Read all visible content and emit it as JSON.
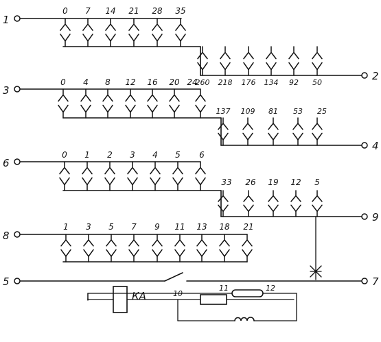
{
  "colors": {
    "ink": "#111111",
    "paper": "#ffffff"
  },
  "terminals": {
    "t1": "1",
    "t2": "2",
    "t3": "3",
    "t4": "4",
    "t5": "5",
    "t6": "6",
    "t7": "7",
    "t8": "8",
    "t9": "9"
  },
  "rows": {
    "r1": [
      "0",
      "7",
      "14",
      "21",
      "28",
      "35"
    ],
    "r2": [
      "260",
      "218",
      "176",
      "134",
      "92",
      "50"
    ],
    "r3": [
      "0",
      "4",
      "8",
      "12",
      "16",
      "20",
      "24"
    ],
    "r4": [
      "137",
      "109",
      "81",
      "53",
      "25"
    ],
    "r5": [
      "0",
      "1",
      "2",
      "3",
      "4",
      "5",
      "6"
    ],
    "r6": [
      "33",
      "26",
      "19",
      "12",
      "5"
    ],
    "r7": [
      "1",
      "3",
      "5",
      "7",
      "9",
      "11",
      "13",
      "18",
      "21"
    ]
  },
  "relay": {
    "coil_label": "КА",
    "pin_10": "10",
    "pin_11": "11",
    "pin_12": "12"
  },
  "icons": {
    "contact": "plug-socket-contact-icon",
    "terminal": "open-terminal-circle-icon",
    "coil": "relay-coil-icon",
    "resistor": "resistor-icon",
    "inductor": "inductor-icon",
    "fuse": "fuse-icon",
    "switch": "open-switch-icon",
    "crossing": "crossing-mark-icon"
  }
}
